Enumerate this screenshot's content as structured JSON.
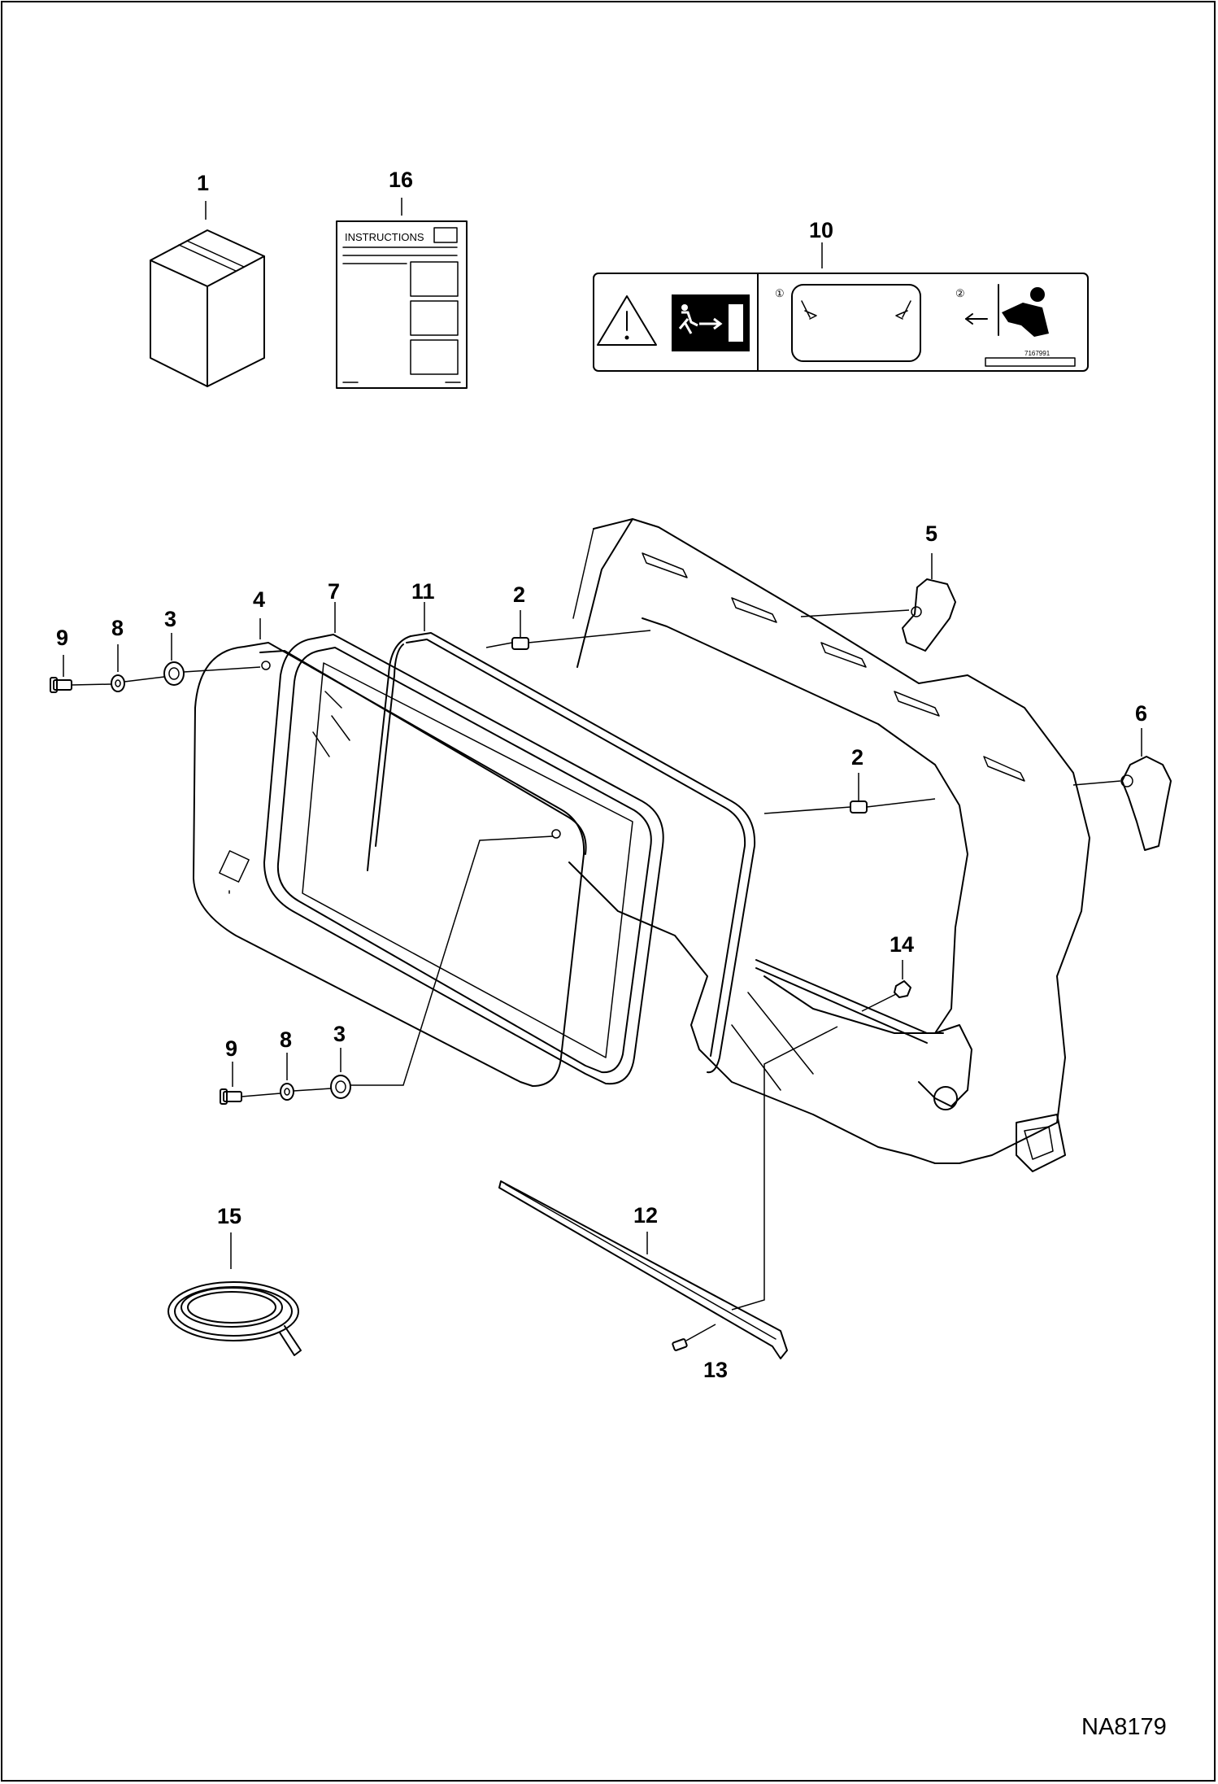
{
  "callouts": {
    "c1": "1",
    "c16": "16",
    "c10": "10",
    "c5": "5",
    "c6": "6",
    "c4": "4",
    "c7": "7",
    "c11": "11",
    "c2a": "2",
    "c2b": "2",
    "c9a": "9",
    "c8a": "8",
    "c3a": "3",
    "c9b": "9",
    "c8b": "8",
    "c3b": "3",
    "c14": "14",
    "c12": "12",
    "c13": "13",
    "c15": "15"
  },
  "instructions_sheet": {
    "title": "INSTRUCTIONS"
  },
  "decal": {
    "step1": "①",
    "step2": "②",
    "part_number": "7167991"
  },
  "drawing_id": "NA8179"
}
